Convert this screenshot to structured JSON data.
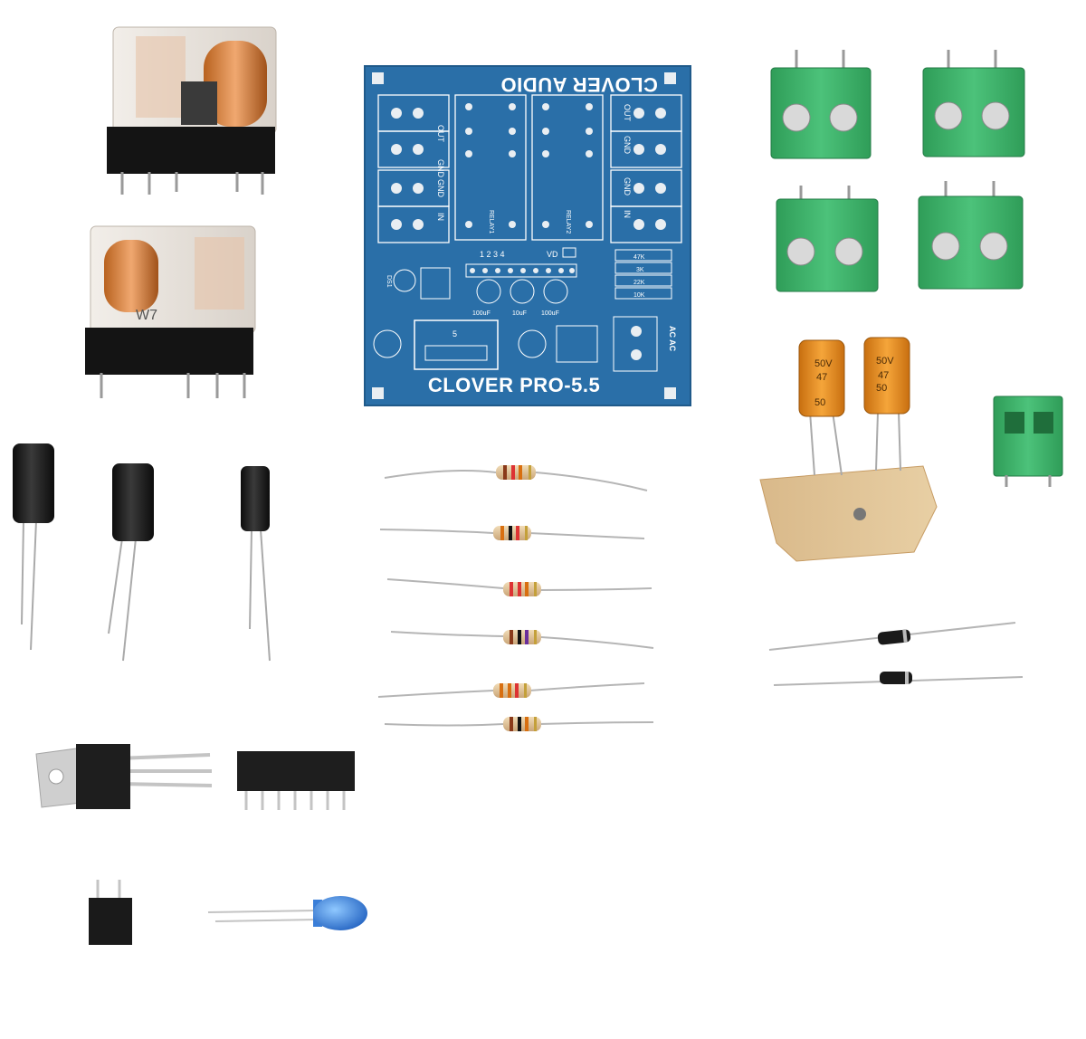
{
  "pcb": {
    "brand": "CLOVER AUDIO",
    "model": "CLOVER PRO-5.5",
    "labels": {
      "out": "OUT",
      "gnd": "GND",
      "in": "IN",
      "relay1": "RELAY1",
      "relay2": "RELAY2",
      "ac": "AC AC",
      "vd": "VD",
      "pins": "1 2 3 4",
      "cap1": "100uF",
      "cap2": "10uF",
      "cap3": "100uF",
      "r1": "47K",
      "r2": "3K",
      "r3": "22K",
      "r4": "10K",
      "ic": "5",
      "ds1": "DS1"
    }
  },
  "relay_marking": "W7",
  "filter_caps": {
    "line1": "50V",
    "line2": "47",
    "line3": "50"
  },
  "colors": {
    "pcb_blue": "#2a6fa8",
    "terminal_green": "#3bb56a",
    "cap_orange": "#e8901a"
  }
}
